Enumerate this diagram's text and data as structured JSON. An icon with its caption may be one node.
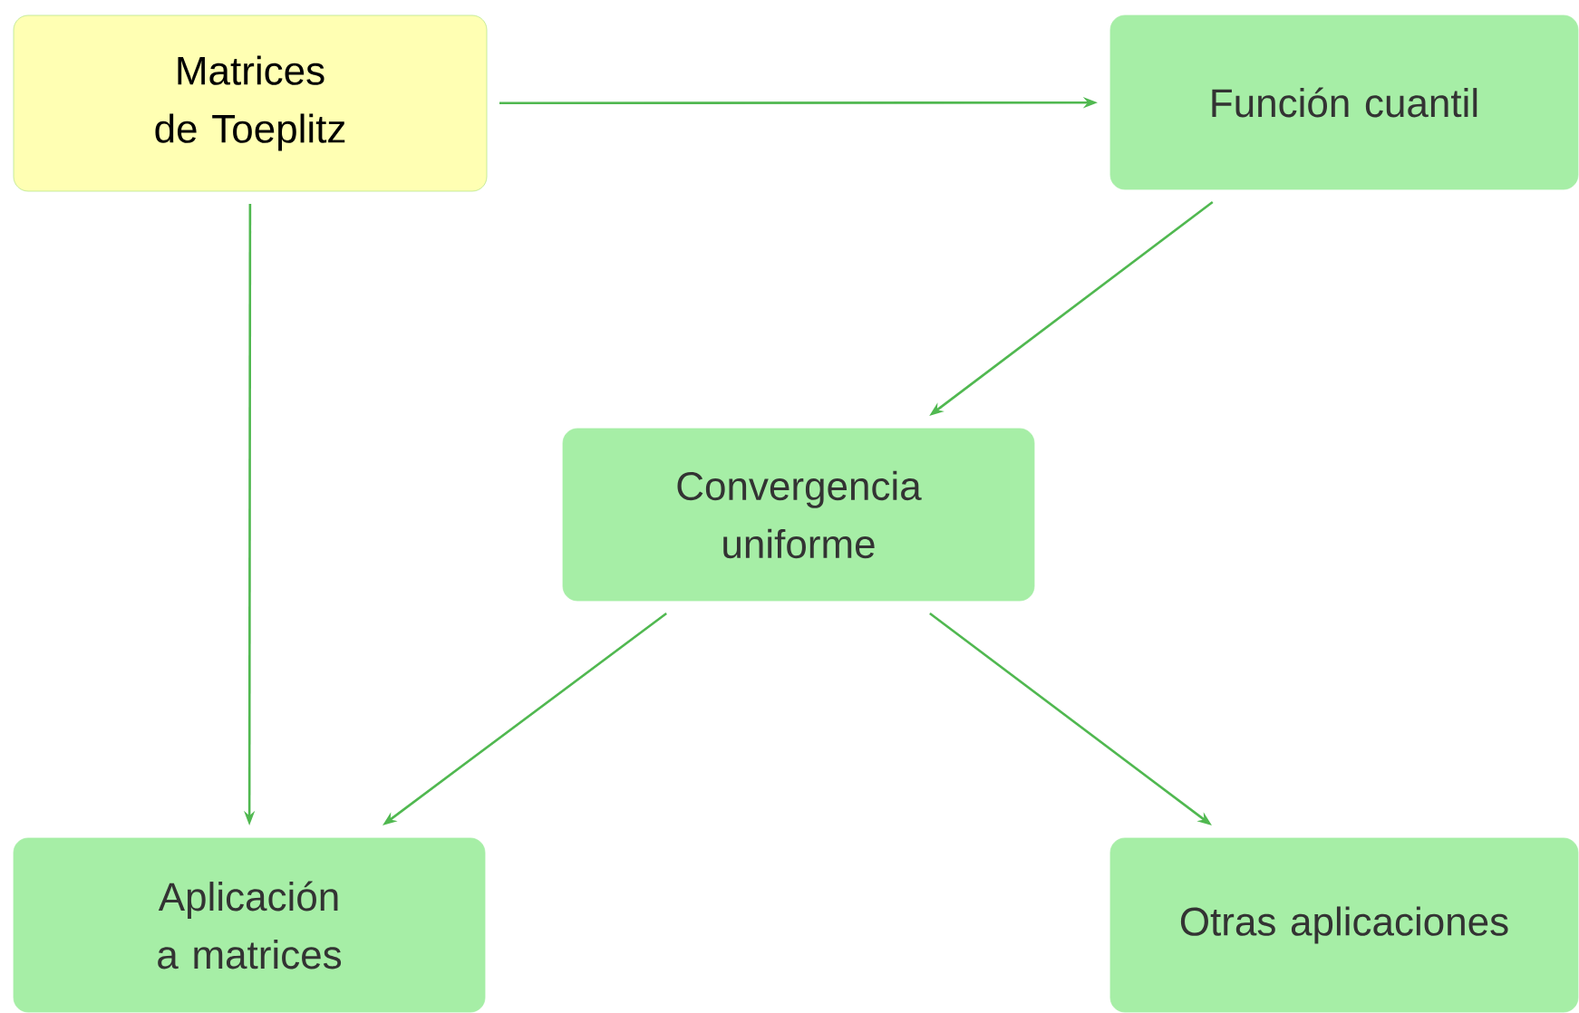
{
  "diagram": {
    "nodes": [
      {
        "text": [
          "Matrices de Toeplitz"
        ]
      },
      {
        "text": [
          "Función cuantil"
        ]
      },
      {
        "text": [
          "Convergencia uniforme"
        ]
      },
      {
        "text": [
          "Aplicación a matrices"
        ]
      },
      {
        "text": [
          "Otras aplicaciones"
        ]
      }
    ],
    "edges": [
      {
        "from": 0,
        "to": 1,
        "arrow": "to"
      },
      {
        "from": 1,
        "to": 2,
        "arrow": "to"
      },
      {
        "from": 0,
        "to": 3,
        "arrow": "to"
      },
      {
        "from": 2,
        "to": 3,
        "arrow": "to"
      },
      {
        "from": 2,
        "to": 4,
        "arrow": "to"
      }
    ]
  }
}
